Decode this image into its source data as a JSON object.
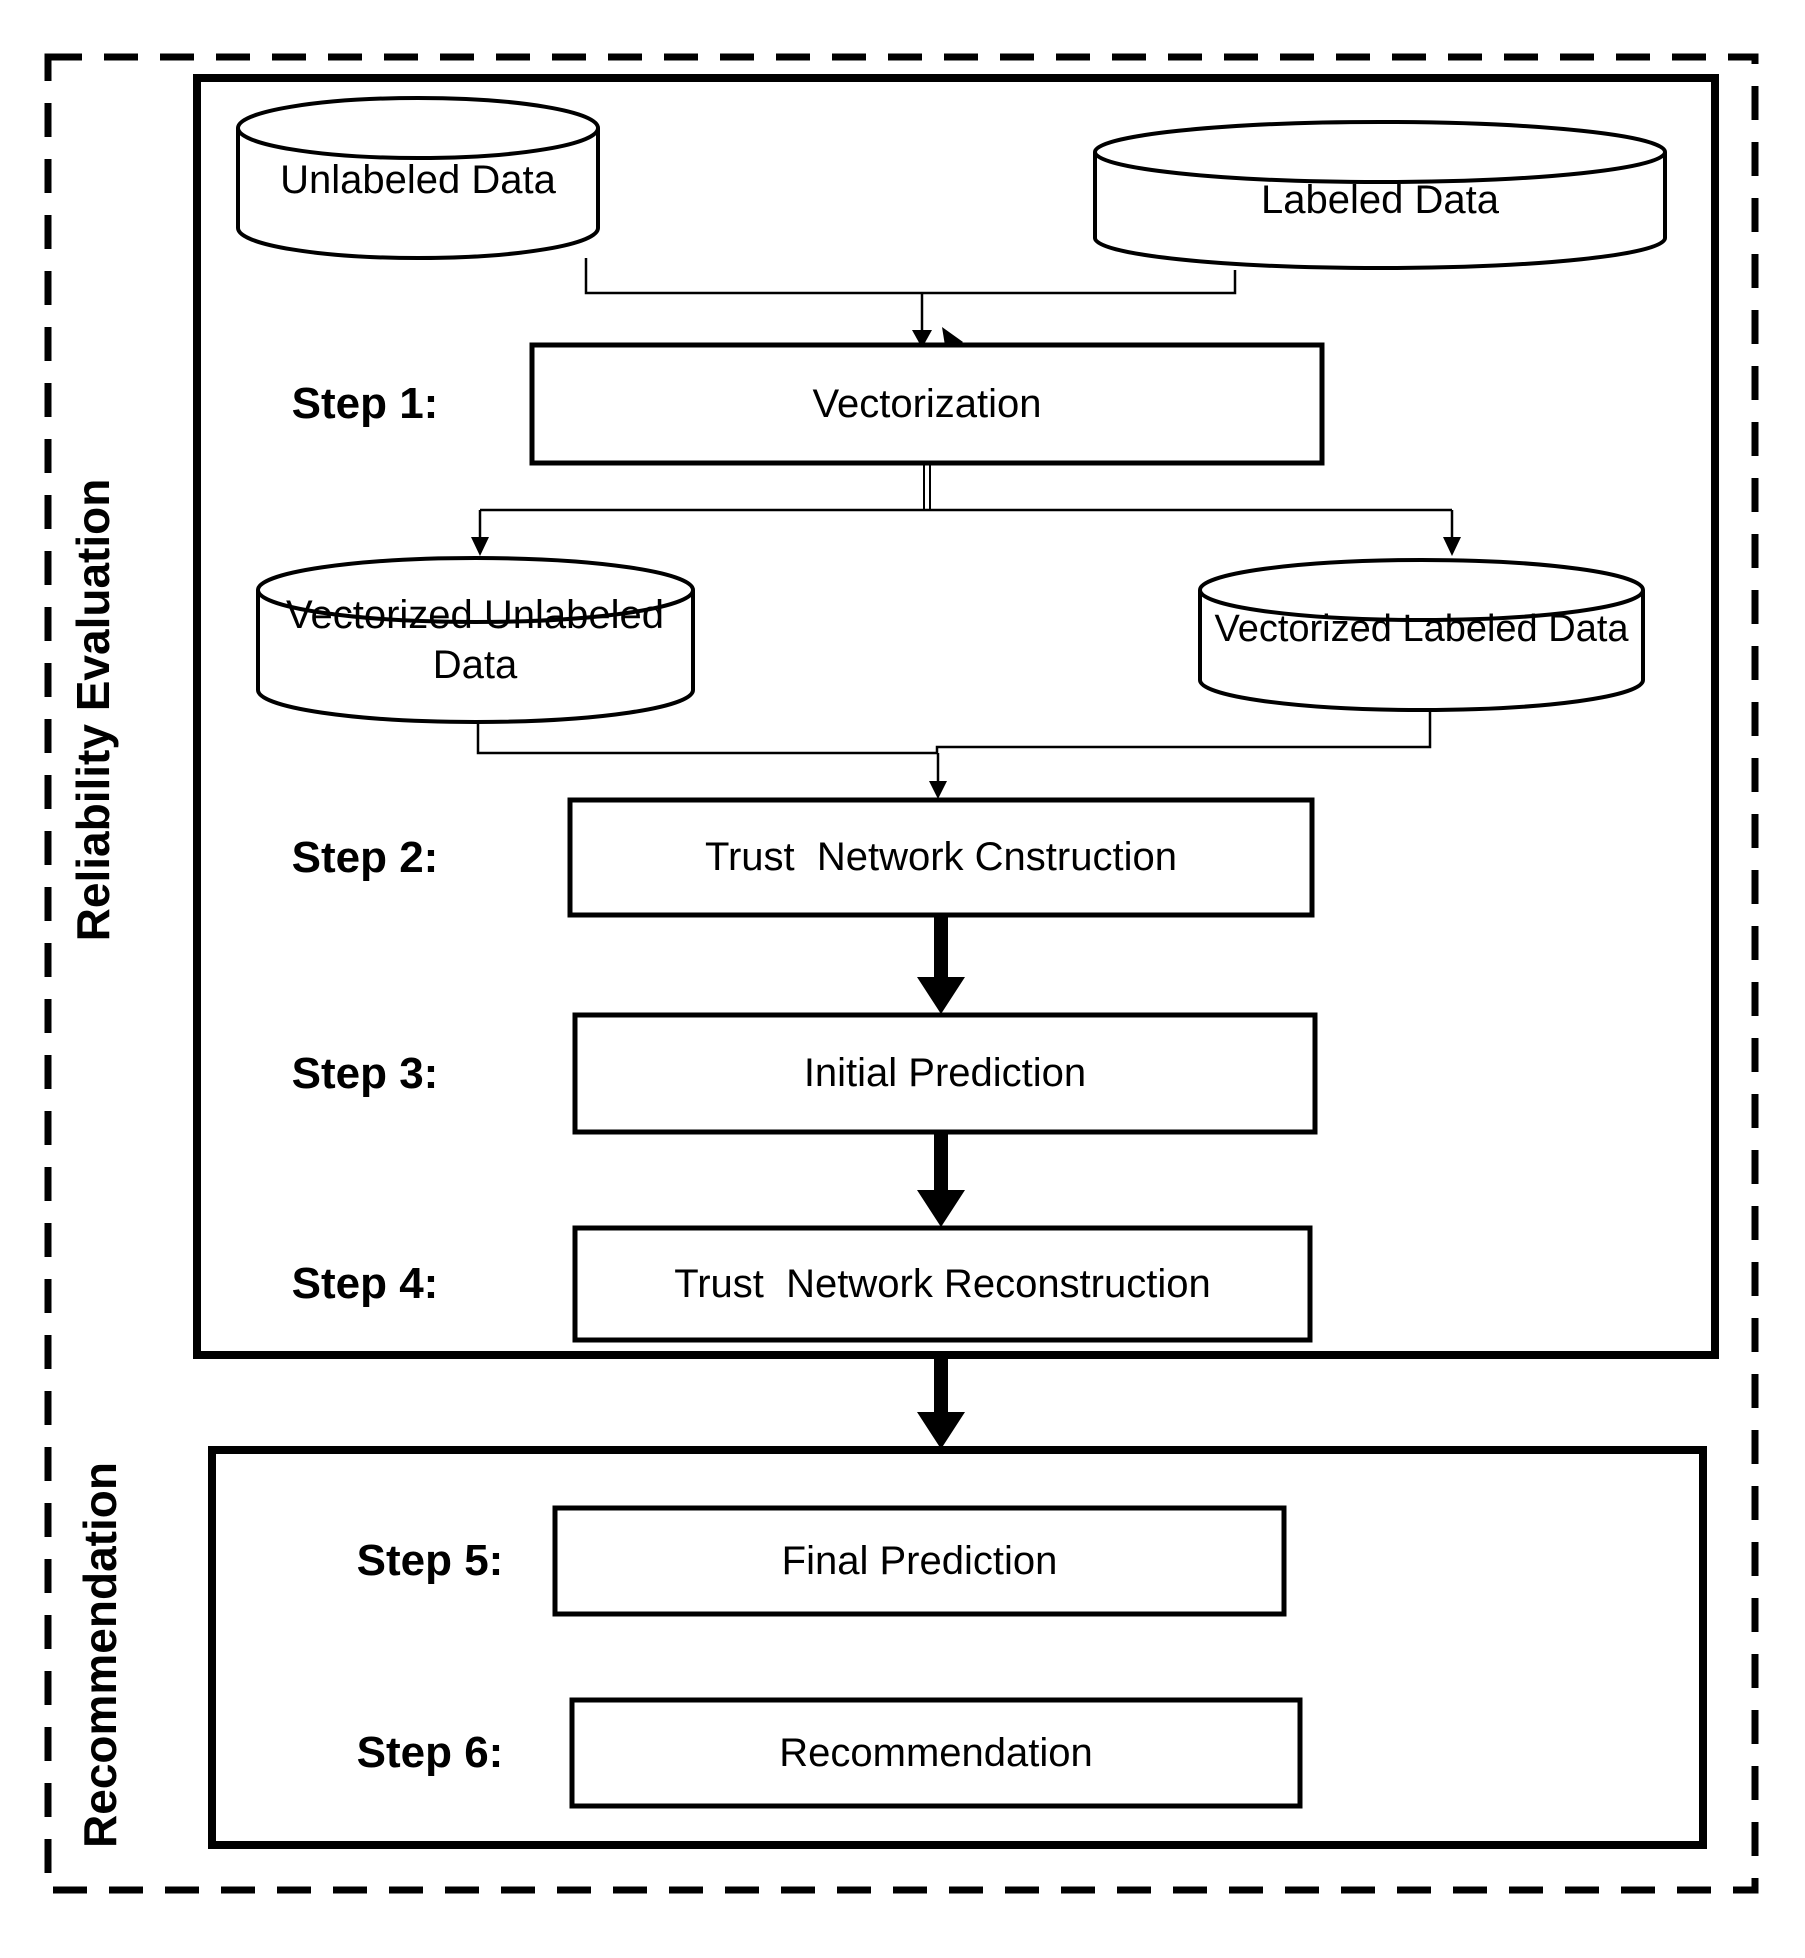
{
  "diagram": {
    "section_labels": {
      "top": "Reliability Evaluation",
      "bottom": "Recommendation"
    },
    "datastores": {
      "unlabeled": "Unlabeled Data",
      "labeled": "Labeled Data",
      "vectorized_unlabeled": "Vectorized Unlabeled Data",
      "vectorized_labeled": "Vectorized Labeled Data"
    },
    "steps": [
      {
        "label": "Step 1:",
        "name": "Vectorization"
      },
      {
        "label": "Step 2:",
        "name": "Trust  Network Cnstruction"
      },
      {
        "label": "Step 3:",
        "name": "Initial Prediction"
      },
      {
        "label": "Step 4:",
        "name": "Trust  Network Reconstruction"
      },
      {
        "label": "Step 5:",
        "name": "Final Prediction"
      },
      {
        "label": "Step 6:",
        "name": "Recommendation"
      }
    ],
    "colors": {
      "ink": "#000000",
      "background": "#ffffff"
    }
  }
}
